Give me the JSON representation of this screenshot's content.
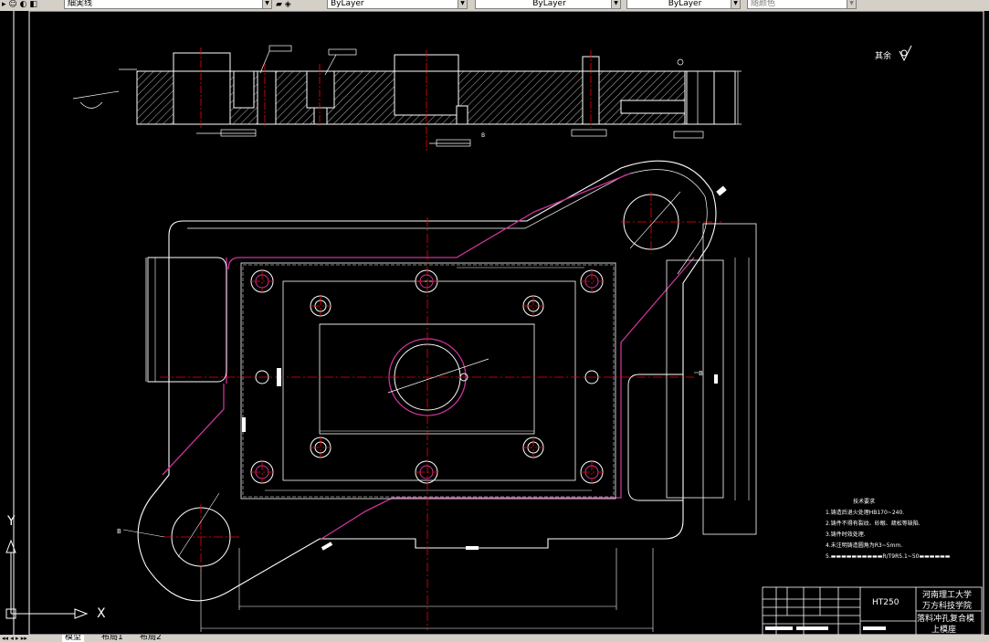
{
  "toolbar": {
    "layer_name": "細実线",
    "linetype": "ByLayer",
    "lineweight": "ByLayer",
    "plotstyle": "ByLayer",
    "color": "随颜色"
  },
  "drawing": {
    "roughness_label": "其余",
    "tech_req_title": "技术要求",
    "tech_req": [
      "1.铸造后退火处理HB170~240.",
      "2.铸件不得有裂纹、砂眼、疏松等缺陷.",
      "3.铸件时效处理.",
      "4.未注明铸造圆角为R3~5mm.",
      "5.▬▬▬▬▬▬▬▬▬▬R/T9R5.1~50▬▬▬▬▬▬"
    ],
    "title_block": {
      "material": "HT250",
      "school_line1": "河南理工大学",
      "school_line2": "万方科技学院",
      "part_line1": "落料冲孔复合模",
      "part_line2": "上模座"
    },
    "section_marks": [
      "B",
      "B",
      "B"
    ],
    "ucs_y": "Y",
    "ucs_x": "X"
  },
  "tabs": [
    {
      "label": "模型"
    },
    {
      "label": "布局1"
    },
    {
      "label": "布局2"
    }
  ],
  "colors": {
    "background": "#000000",
    "lines": "#ffffff",
    "center_lines": "#ff0000",
    "hidden_lines": "#cc3399"
  }
}
